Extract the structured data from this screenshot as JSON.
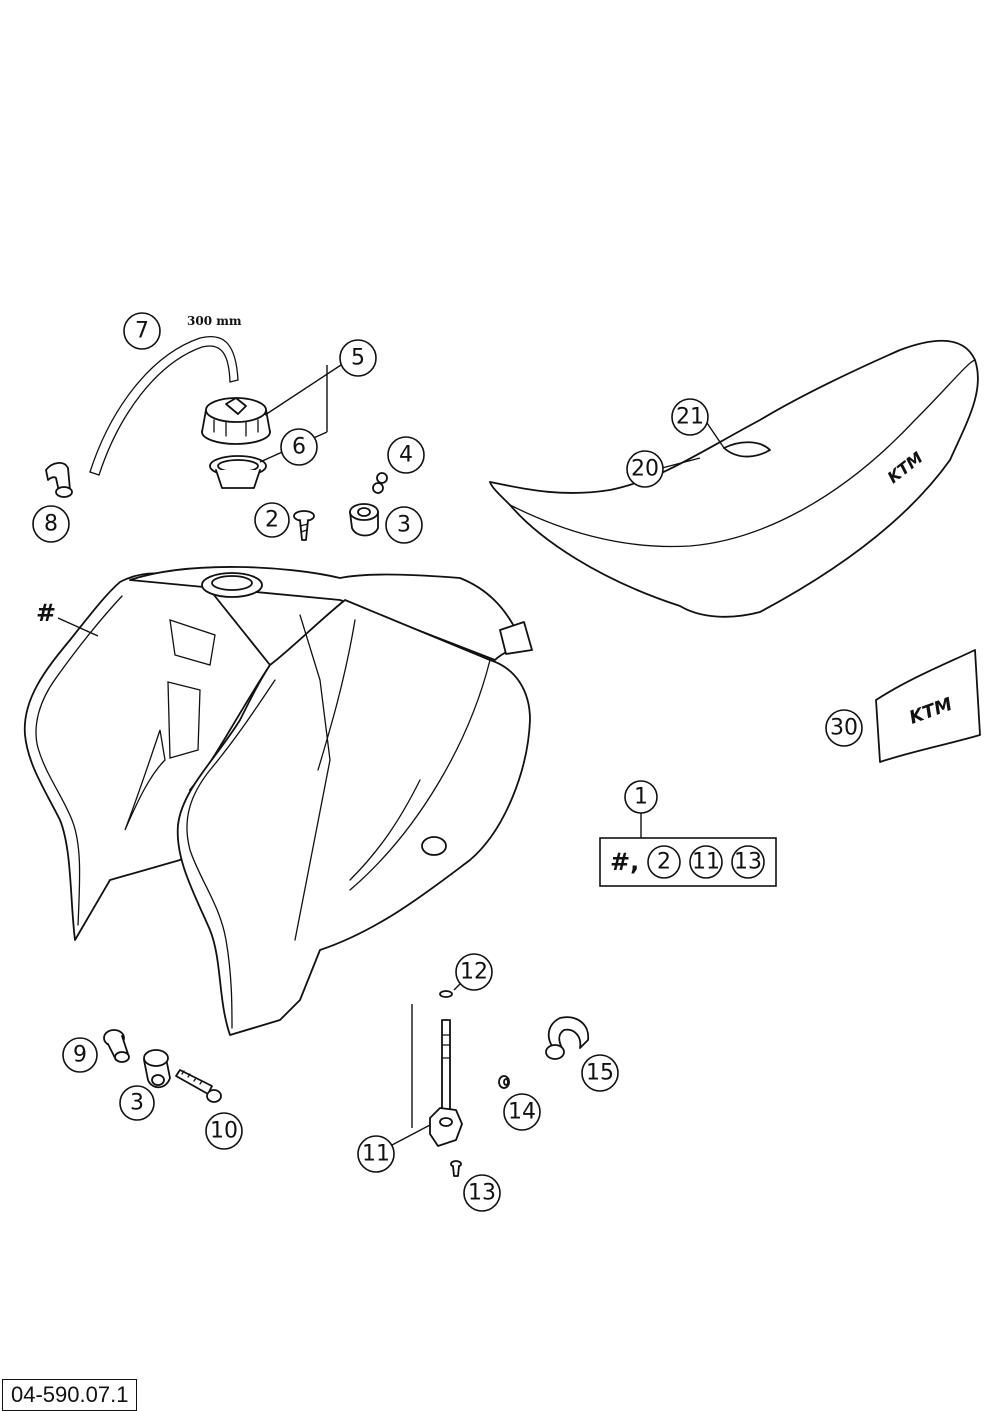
{
  "diagram_id": "04-590.07.1",
  "dimension_label": "300 mm",
  "hash_marker": "#",
  "kit": {
    "callout": "1",
    "hash_label": "#,",
    "contents": [
      "2",
      "11",
      "13"
    ]
  },
  "callouts": {
    "hose": "7",
    "filler_cap": "5",
    "cap_gasket": "6",
    "elbow": "8",
    "screw_top": "2",
    "nut_top": "4",
    "bushing_top": "3",
    "seat_cover": "21",
    "seat": "20",
    "decal": "30",
    "bushing_bottom": "3",
    "spacer": "9",
    "bolt": "10",
    "seal_ring": "12",
    "fuel_tap": "11",
    "tap_screw": "13",
    "clamp": "14",
    "fuel_hose": "15"
  },
  "brand_marks": [
    "KTM",
    "KTM"
  ]
}
